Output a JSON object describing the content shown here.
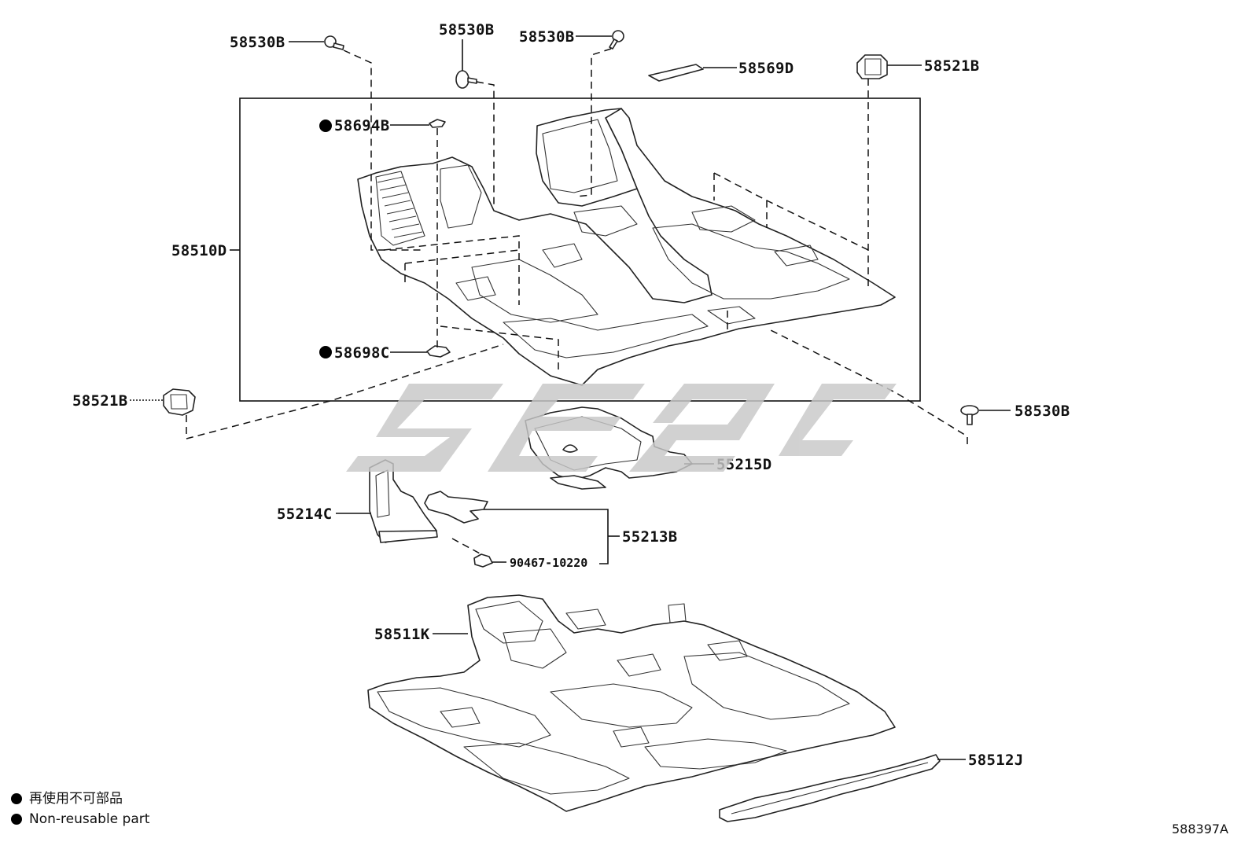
{
  "labels": {
    "p58530B_1": "58530B",
    "p58530B_2": "58530B",
    "p58530B_3": "58530B",
    "p58530B_4": "58530B",
    "p58569D": "58569D",
    "p58521B_1": "58521B",
    "p58521B_2": "58521B",
    "p58694B": "58694B",
    "p58510D": "58510D",
    "p58698C": "58698C",
    "p55215D": "55215D",
    "p55214C": "55214C",
    "p55213B": "55213B",
    "p90467": "90467-10220",
    "p58511K": "58511K",
    "p58512J": "58512J"
  },
  "legend": {
    "item_cn": "再使用不可部品",
    "item_en": "Non-reusable part"
  },
  "diagram_code": "588397A",
  "colors": {
    "line": "#111111",
    "watermark": "#c8c8c8"
  }
}
